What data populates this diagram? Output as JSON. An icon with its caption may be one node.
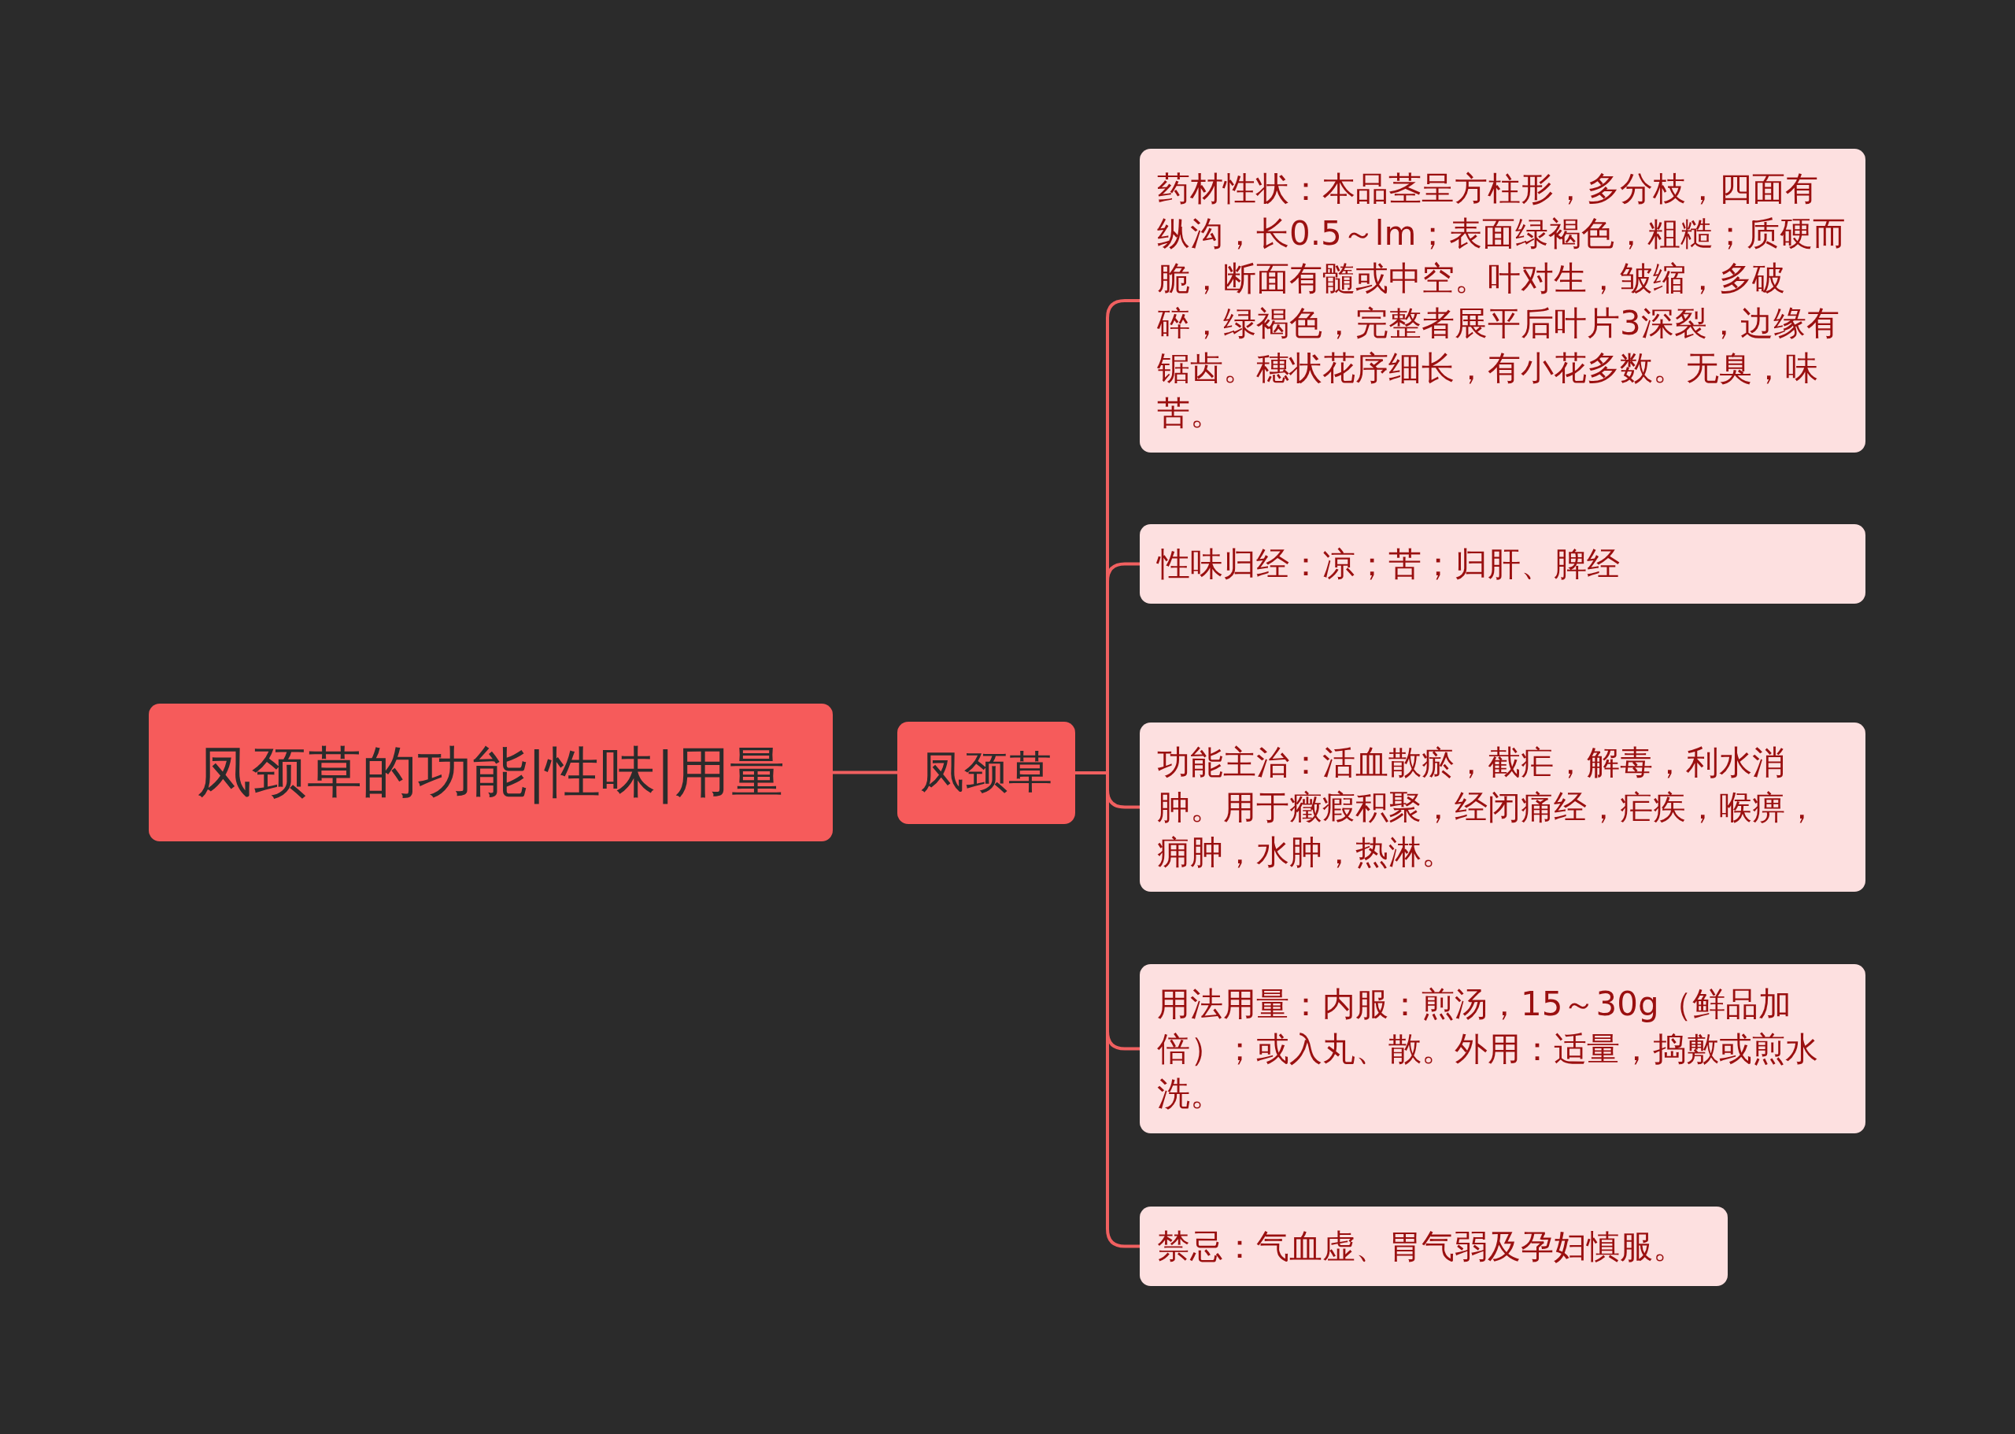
{
  "diagram": {
    "nodes": [
      {
        "text": [
          "凤颈草的功能|性味|用量"
        ]
      },
      {
        "text": [
          "凤颈草"
        ]
      },
      {
        "text": [
          "药材性状：本品茎呈方柱形，多分枝，四面有纵沟，长0.5～lm；表面绿褐色，粗糙；质硬而脆，断面有髓或中空。叶对生，皱缩，多破碎，绿褐色，完整者展平后叶片3深裂，边缘有锯齿。穗状花序细长，有小花多数。无臭，味苦。"
        ]
      },
      {
        "text": [
          "性味归经：凉；苦；归肝、脾经"
        ]
      },
      {
        "text": [
          "功能主治：活血散瘀，截疟，解毒，利水消肿。用于癥瘕积聚，经闭痛经，疟疾，喉痹，痈肿，水肿，热淋。"
        ]
      },
      {
        "text": [
          "用法用量：内服：煎汤，15～30g（鲜品加倍）；或入丸、散。外用：适量，捣敷或煎水洗。"
        ]
      },
      {
        "text": [
          "禁忌：气血虚、胃气弱及孕妇慎服。"
        ]
      }
    ],
    "edges": [
      {
        "from": 0,
        "to": 1,
        "arrow": "none"
      },
      {
        "from": 1,
        "to": 2,
        "arrow": "none"
      },
      {
        "from": 1,
        "to": 3,
        "arrow": "none"
      },
      {
        "from": 1,
        "to": 4,
        "arrow": "none"
      },
      {
        "from": 1,
        "to": 5,
        "arrow": "none"
      },
      {
        "from": 1,
        "to": 6,
        "arrow": "none"
      }
    ]
  }
}
